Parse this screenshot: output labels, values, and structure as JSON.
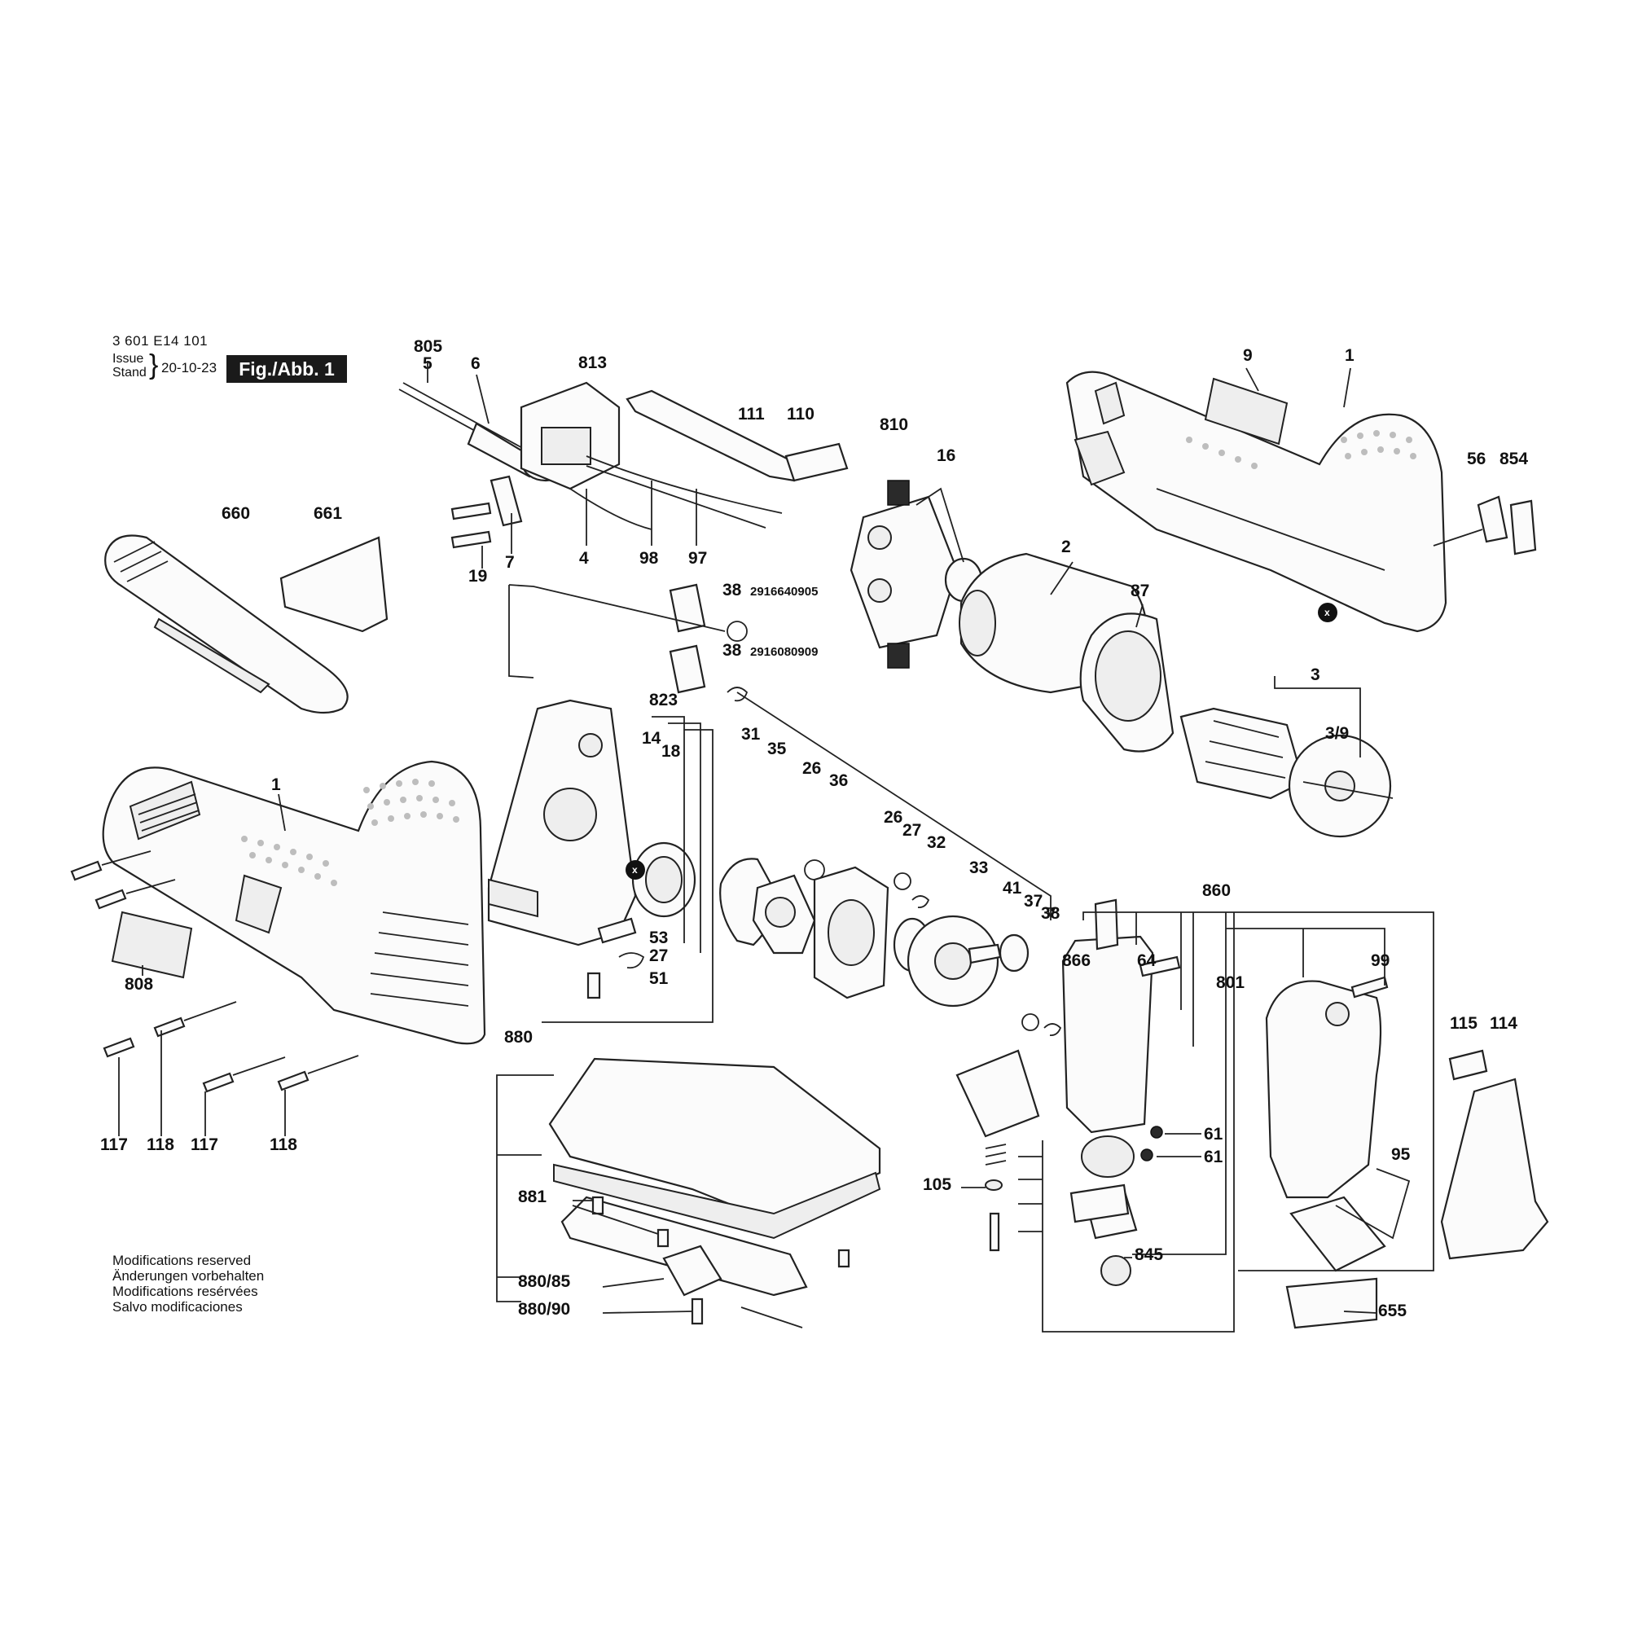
{
  "header": {
    "drawing_number": "3 601 E14 101",
    "issue_label_1": "Issue",
    "issue_label_2": "Stand",
    "issue_date": "20-10-23",
    "figure_label": "Fig./Abb. 1"
  },
  "notes": [
    "Modifications reserved",
    "Änderungen vorbehalten",
    "Modifications resérvées",
    "Salvo modificaciones"
  ],
  "part_numbers": {
    "o_ring_38_top": "2916640905",
    "o_ring_38_bottom": "2916080909"
  },
  "callouts": {
    "c805": "805",
    "c5": "5",
    "c6": "6",
    "c813": "813",
    "c9": "9",
    "c1_top": "1",
    "c111": "111",
    "c110": "110",
    "c810": "810",
    "c16": "16",
    "c56": "56",
    "c854": "854",
    "c660": "660",
    "c661": "661",
    "c4": "4",
    "c98": "98",
    "c97": "97",
    "c7": "7",
    "c19": "19",
    "c2": "2",
    "c87": "87",
    "c38a": "38",
    "c38b": "38",
    "c3": "3",
    "c3_9": "3/9",
    "c823": "823",
    "c14": "14",
    "c18": "18",
    "c31": "31",
    "c35": "35",
    "c26a": "26",
    "c36": "36",
    "c26b": "26",
    "c27a": "27",
    "c32": "32",
    "c33": "33",
    "c41": "41",
    "c37": "37",
    "c38c": "38",
    "c1_left": "1",
    "c53": "53",
    "c27b": "27",
    "c51": "51",
    "c808": "808",
    "c860": "860",
    "c866": "866",
    "c64": "64",
    "c801": "801",
    "c99": "99",
    "c115": "115",
    "c114": "114",
    "c880": "880",
    "c881": "881",
    "c880_85": "880/85",
    "c880_90": "880/90",
    "c117a": "117",
    "c118a": "118",
    "c117b": "117",
    "c118b": "118",
    "c61a": "61",
    "c61b": "61",
    "c95": "95",
    "c105": "105",
    "c845": "845",
    "c655": "655",
    "x_mark": "x"
  }
}
